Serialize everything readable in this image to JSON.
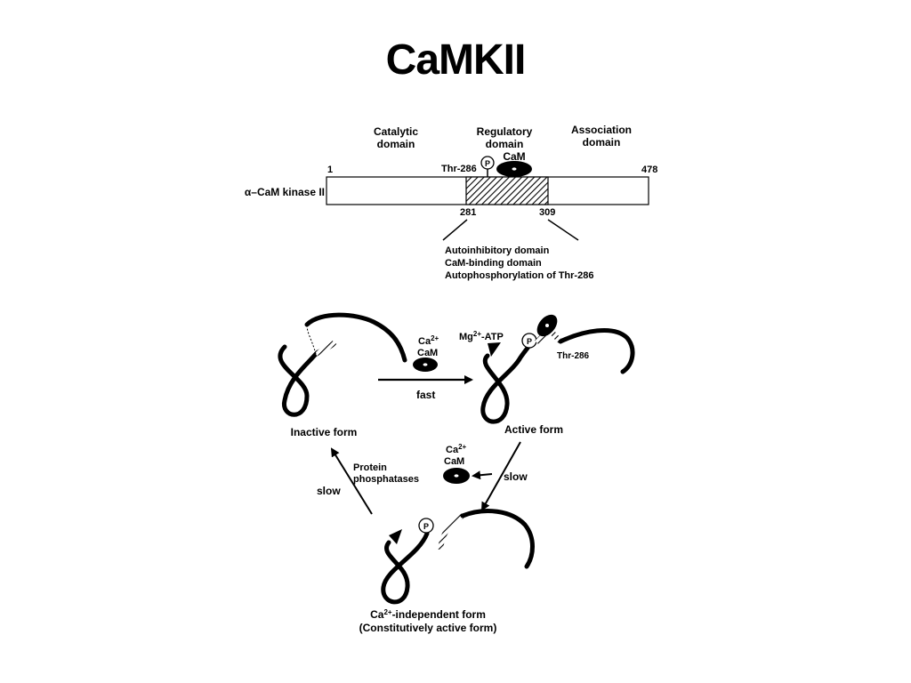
{
  "title": "CaMKII",
  "domain_map": {
    "catalytic_label": [
      "Catalytic",
      "domain"
    ],
    "regulatory_label": [
      "Regulatory",
      "domain"
    ],
    "association_label": [
      "Association",
      "domain"
    ],
    "start_residue": "1",
    "end_residue": "478",
    "protein_label": "α–CaM kinase II",
    "thr_label": "Thr-286",
    "phospho_symbol": "P",
    "cam_label": "CaM",
    "reg_start": "281",
    "reg_end": "309",
    "features": [
      "Autoinhibitory domain",
      "CaM-binding domain",
      "Autophosphorylation of Thr-286"
    ]
  },
  "cycle": {
    "ca_label": "Ca",
    "ca_superscript": "2+",
    "cam_label": "CaM",
    "mg_label": "Mg",
    "mg_superscript": "2+",
    "mg_suffix": "-ATP",
    "fast_label": "fast",
    "thr_label": "Thr-286",
    "inactive_label": "Inactive form",
    "active_label": "Active form",
    "slow_right_label": "slow",
    "slow_left_label": "slow",
    "phosphatase_label": [
      "Protein",
      "phosphatases"
    ],
    "independent_prefix": "Ca",
    "independent_superscript": "2+",
    "independent_suffix": "-independent form",
    "independent_subtitle": "(Constitutively active form)",
    "phospho_symbol": "P"
  }
}
